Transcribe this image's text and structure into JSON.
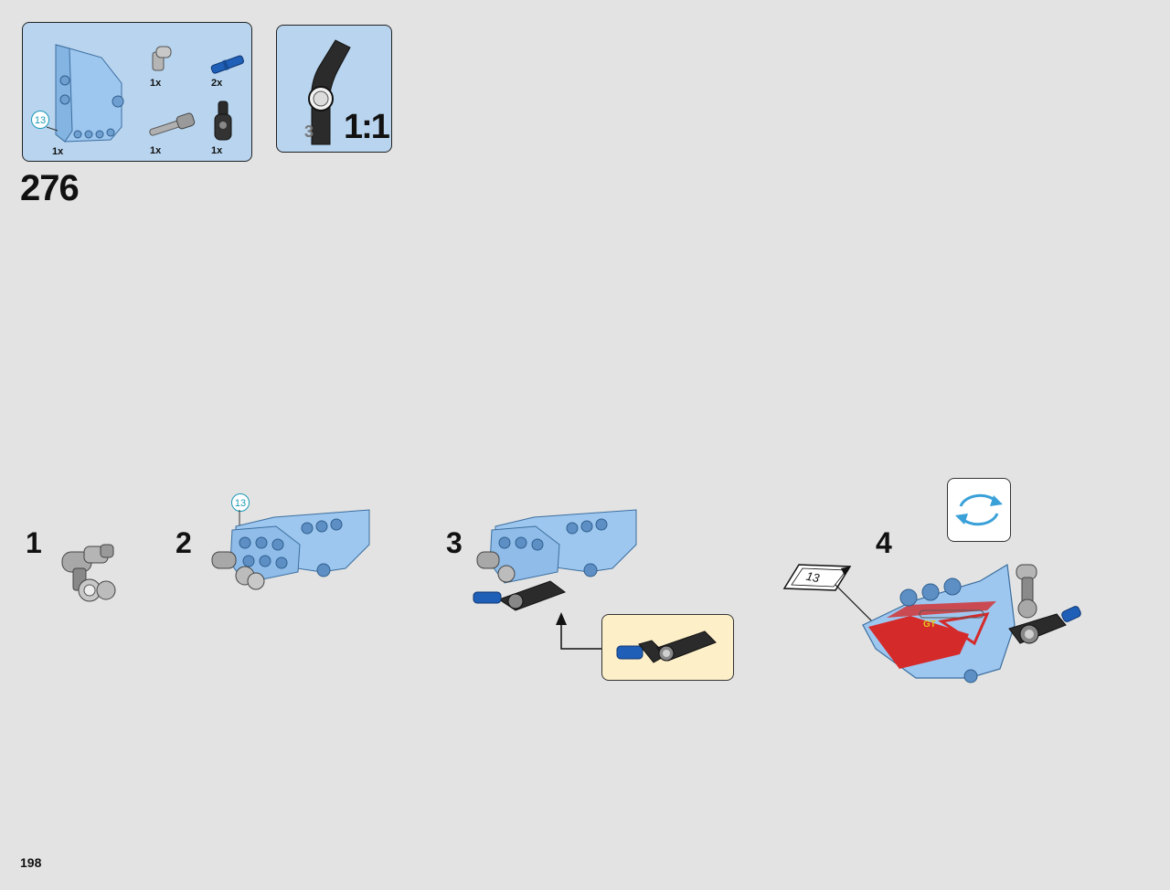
{
  "parts_list": {
    "items": [
      {
        "qty": "1x",
        "sticker": "13"
      },
      {
        "qty": "1x"
      },
      {
        "qty": "2x"
      },
      {
        "qty": "1x"
      },
      {
        "qty": "1x"
      }
    ]
  },
  "scale_box": {
    "ruler_mark": "3",
    "label": "1:1"
  },
  "step": {
    "number": "276"
  },
  "sub_steps": [
    "1",
    "2",
    "3",
    "4"
  ],
  "sub_step_2_sticker": "13",
  "sticker_sheet_label": "13",
  "page_number": "198",
  "colors": {
    "background": "#e3e3e3",
    "parts_panel": "#b8d4ee",
    "callout_panel": "#fdefc8",
    "part_blue": "#9ec7f0",
    "part_dark": "#2b2b2b",
    "part_grey": "#9a9a9a",
    "pin_blue": "#1f5fb8",
    "sticker_red": "#d42a2a",
    "rotate_arrow": "#3aa0d8"
  },
  "icons": {
    "rotate": "rotate-model-icon",
    "arrow": "insert-arrow-icon"
  }
}
